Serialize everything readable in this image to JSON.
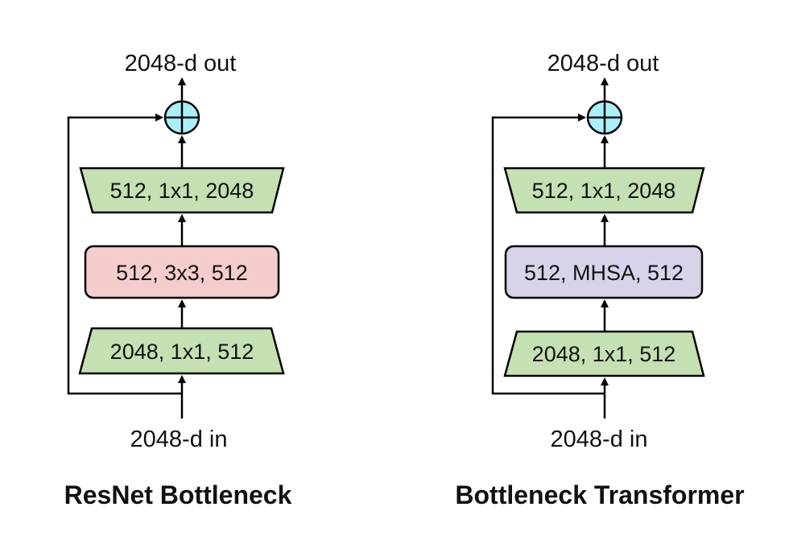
{
  "left": {
    "out_label": "2048-d out",
    "in_label": "2048-d in",
    "top_block": "512, 1x1, 2048",
    "mid_block": "512, 3x3, 512",
    "bottom_block": "2048, 1x1, 512",
    "title": "ResNet Bottleneck"
  },
  "right": {
    "out_label": "2048-d out",
    "in_label": "2048-d in",
    "top_block": "512, 1x1, 2048",
    "mid_block": "512, MHSA, 512",
    "bottom_block": "2048, 1x1, 512",
    "title": "Bottleneck Transformer"
  },
  "colors": {
    "conv_green": "#c5e0b3",
    "conv3x3_pink": "#f4cccc",
    "mhsa_lavender": "#d9d2e9",
    "add_cyan": "#aaf0f8",
    "stroke": "#000000"
  },
  "icons": {
    "add_node": "circle-plus-icon"
  }
}
